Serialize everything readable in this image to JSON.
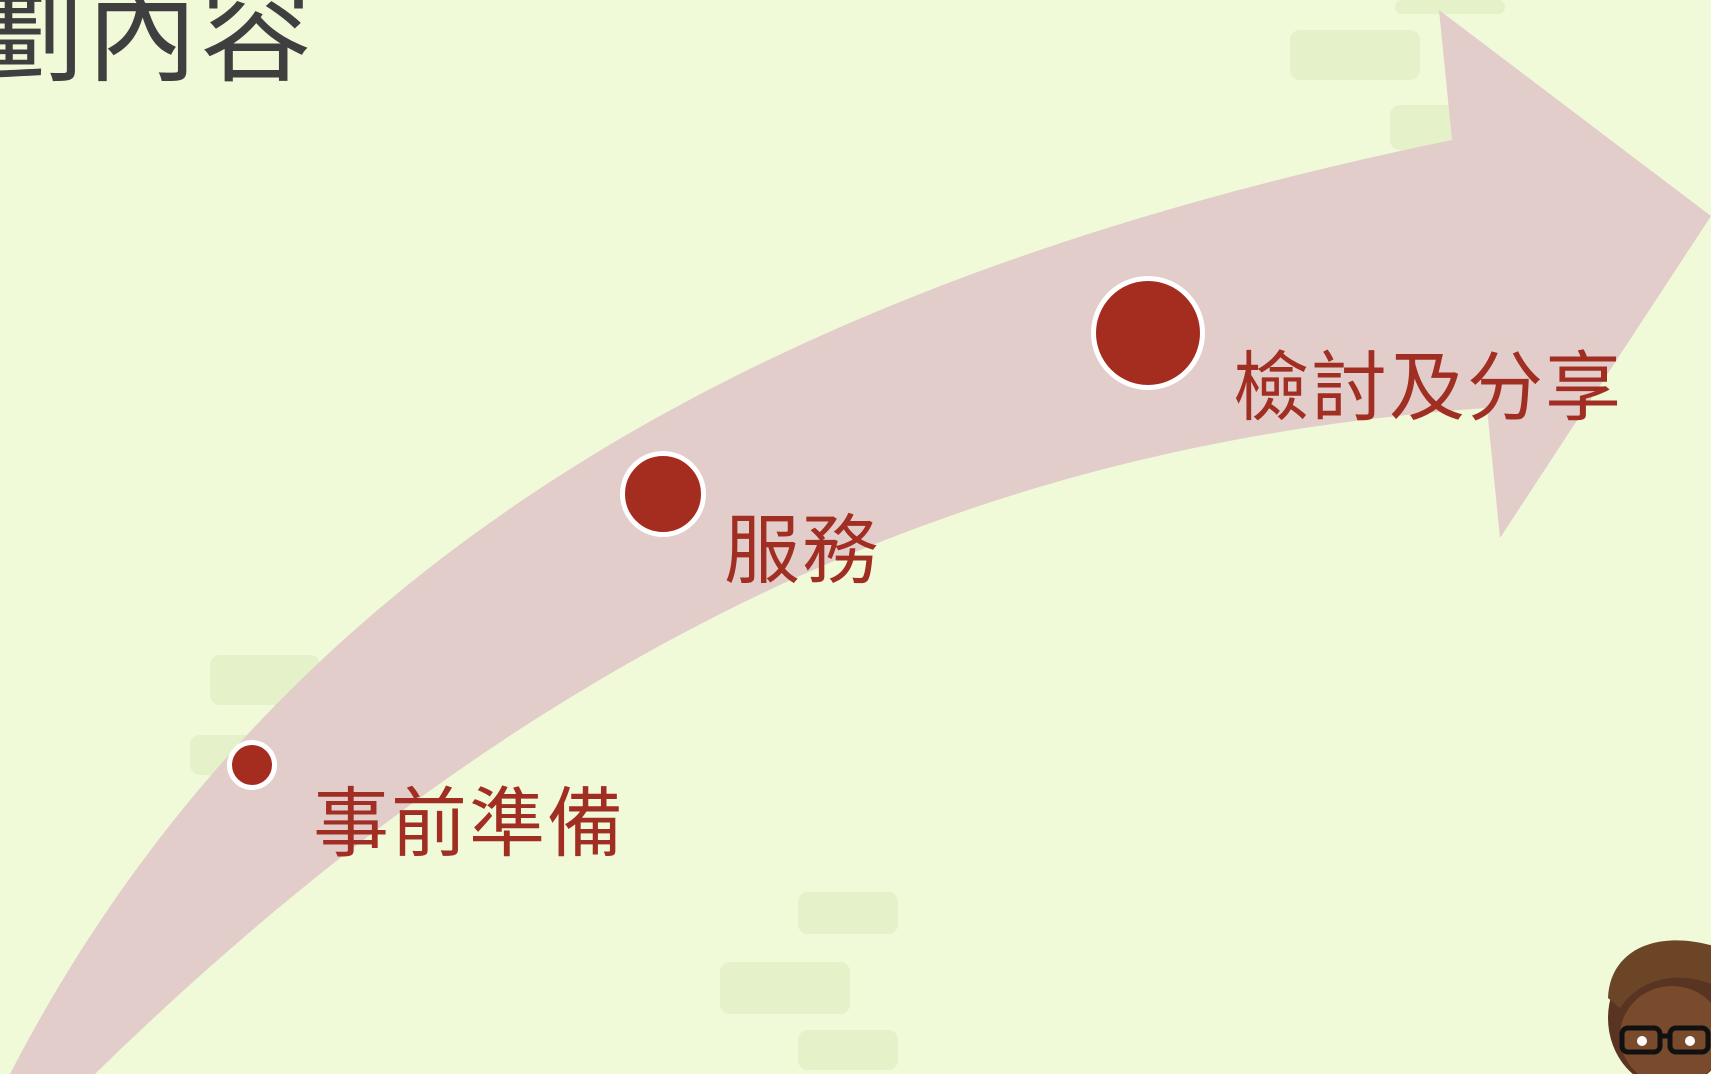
{
  "slide": {
    "title": "劃內容"
  },
  "steps": [
    {
      "label": "事前準備"
    },
    {
      "label": "服務"
    },
    {
      "label": "檢討及分享"
    }
  ],
  "colors": {
    "background": "#f0fad8",
    "arrow": "#e2cdcb",
    "dot": "#a52d20",
    "label": "#a12e22",
    "title": "#3f3f3f"
  }
}
